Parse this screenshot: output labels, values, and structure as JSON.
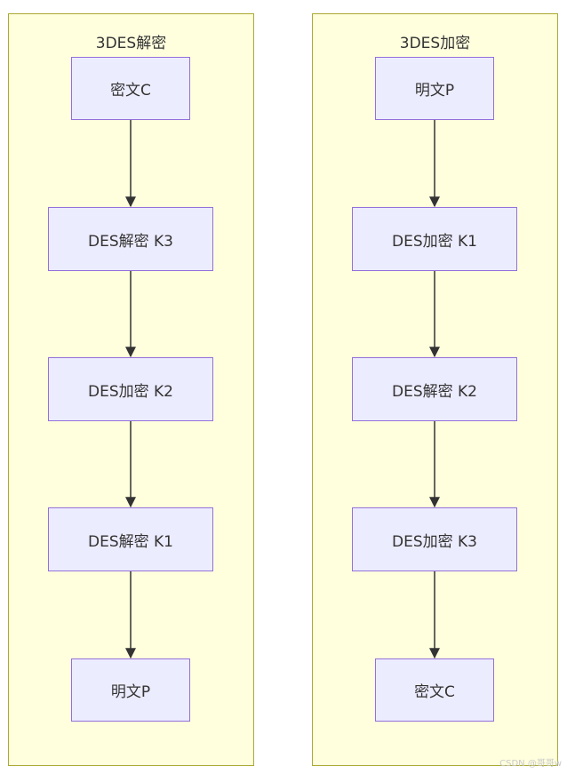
{
  "colors": {
    "cluster_fill": "#ffffde",
    "cluster_border": "#aaaa33",
    "node_fill": "#ececff",
    "node_border": "#9370db",
    "edge": "#333333",
    "text": "#333333"
  },
  "decrypt": {
    "title": "3DES解密",
    "nodes": [
      "密文C",
      "DES解密 K3",
      "DES加密 K2",
      "DES解密 K1",
      "明文P"
    ]
  },
  "encrypt": {
    "title": "3DES加密",
    "nodes": [
      "明文P",
      "DES加密 K1",
      "DES解密 K2",
      "DES加密 K3",
      "密文C"
    ]
  },
  "watermark": "CSDN @哥哥w"
}
